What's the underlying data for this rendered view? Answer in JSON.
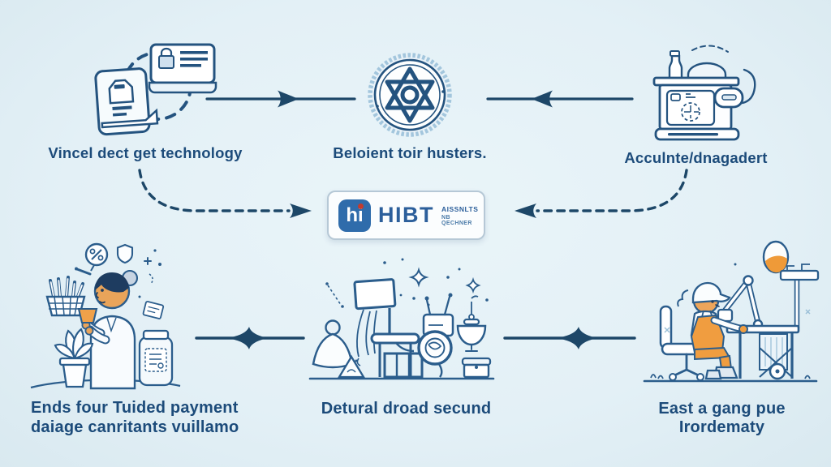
{
  "canvas": {
    "background": "#e3f0f6",
    "ink": "#1d4768",
    "line_art": "#2b5d8c",
    "orange": "#ef9d40",
    "logo_blue": "#2f6cab",
    "logo_red": "#c23b2e",
    "text_color": "#1c4b7a"
  },
  "top_row": {
    "items": [
      {
        "icon": "document-lock-cards-icon",
        "label": "Vincel dect get technology"
      },
      {
        "icon": "certification-badge-star-icon",
        "label": "Beloient toir husters."
      },
      {
        "icon": "analyzer-machine-icon",
        "label": "Acculnte/dnagadert"
      }
    ],
    "arrows": [
      {
        "icon": "arrow-right-icon",
        "direction": "right"
      },
      {
        "icon": "arrow-left-icon",
        "direction": "left"
      }
    ]
  },
  "logo_card": {
    "mark": "hi",
    "name": "HIBT",
    "tagline_line1": "AISSNLTS",
    "tagline_line2": "NB QECHNER"
  },
  "connectors": [
    {
      "icon": "dashed-curve-arrow-icon",
      "direction": "right"
    },
    {
      "icon": "dashed-curve-arrow-icon",
      "direction": "left"
    }
  ],
  "bottom_row": {
    "items": [
      {
        "icon": "scientist-with-plant-illustration",
        "label_line1": "Ends four Tuided payment",
        "label_line2": "daiage canritants vuillamo"
      },
      {
        "icon": "lab-machines-illustration",
        "label": "Detural droad secund"
      },
      {
        "icon": "worker-at-robotic-desk-illustration",
        "label": "East a gang pue Irordematy"
      }
    ],
    "arrows": [
      {
        "icon": "arrow-right-icon",
        "direction": "right"
      },
      {
        "icon": "arrow-right-icon",
        "direction": "right"
      }
    ]
  }
}
